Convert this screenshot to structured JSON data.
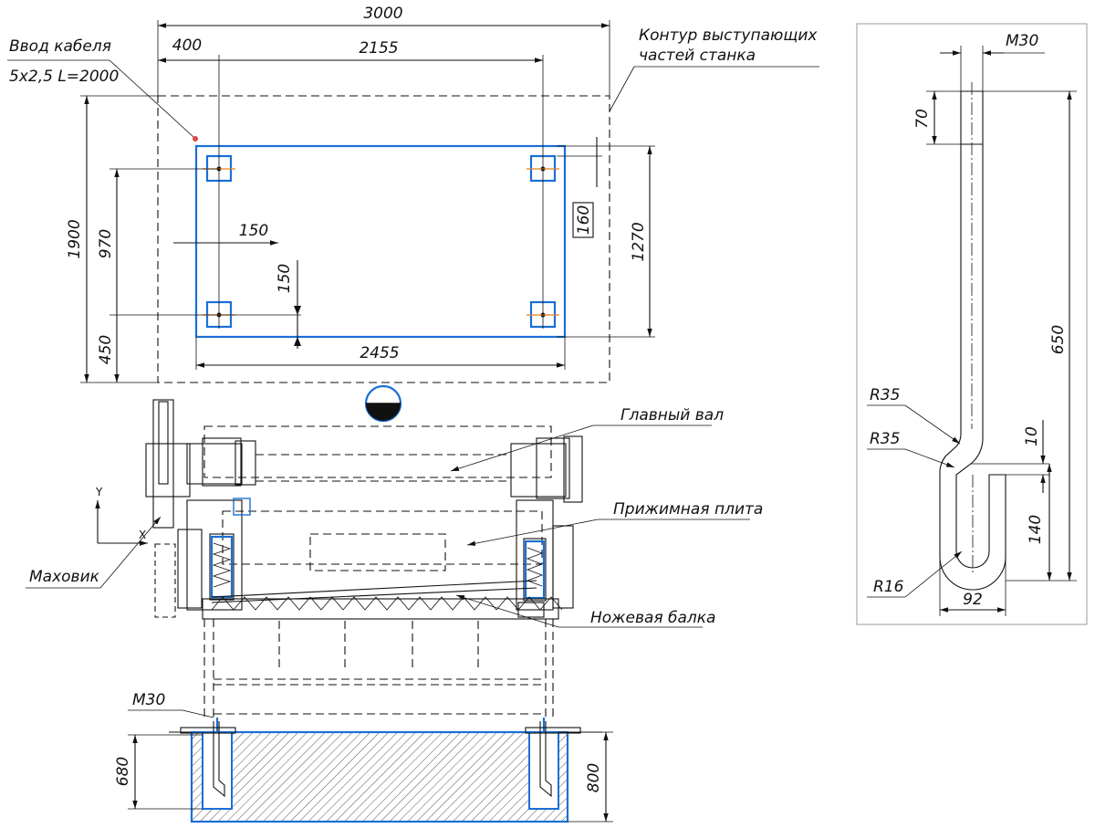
{
  "dimensions": {
    "overall_width": "3000",
    "left_offset": "400",
    "bolt_span": "2155",
    "frame_width": "2455",
    "outline_height": "1900",
    "bolt_span_vertical": "970",
    "bottom_offset": "450",
    "frame_height": "1270",
    "right_offset": "160",
    "h_offset": "150",
    "v_offset": "150"
  },
  "labels": {
    "cable_entry_line1": "Ввод кабеля",
    "cable_entry_line2": "5x2,5 L=2000",
    "machine_outline_line1": "Контур выступающих",
    "machine_outline_line2": "частей станка",
    "main_shaft": "Главный вал",
    "clamp_plate": "Прижимная плита",
    "flywheel": "Маховик",
    "knife_beam": "Ножевая балка",
    "axis_y": "Y",
    "axis_x": "X"
  },
  "foundation": {
    "bolt_thread": "M30",
    "bolt_depth": "680",
    "pit_depth": "800"
  },
  "anchor_bolt": {
    "thread": "M30",
    "thread_length": "70",
    "shank_length": "650",
    "bend_radius_outer": "R35",
    "bend_radius_inner": "R35",
    "gap": "10",
    "hook_height": "140",
    "hook_radius": "R16",
    "hook_width": "92"
  },
  "colors": {
    "line": "#111111",
    "accent_blue": "#1a6fd6",
    "center_orange": "#e8801a"
  }
}
